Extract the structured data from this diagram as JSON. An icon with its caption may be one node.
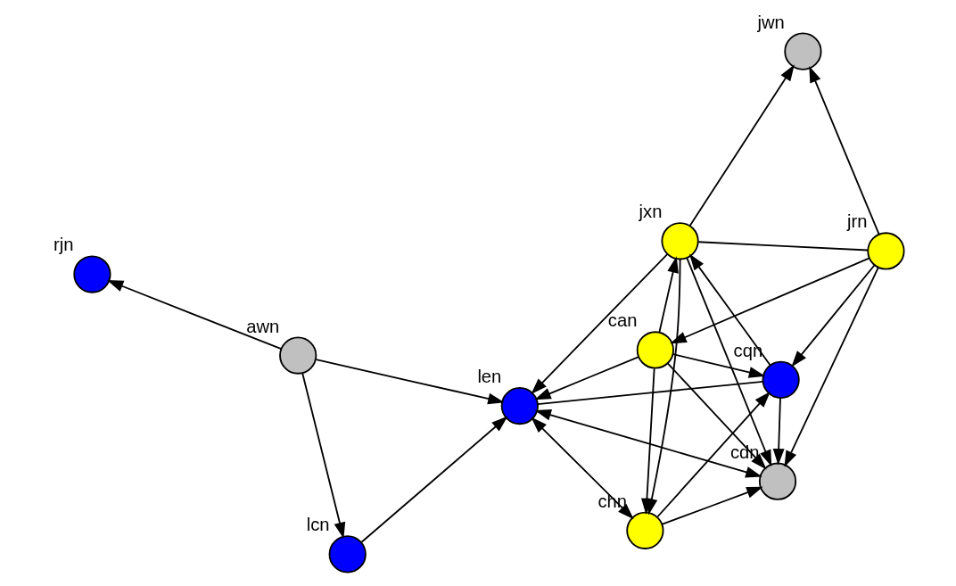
{
  "diagram": {
    "nodes": [
      {
        "text": [
          "rjn"
        ]
      },
      {
        "text": [
          "awn"
        ]
      },
      {
        "text": [
          "lcn"
        ]
      },
      {
        "text": [
          "len"
        ]
      },
      {
        "text": [
          "jwn"
        ]
      },
      {
        "text": [
          "jrn"
        ]
      },
      {
        "text": [
          "jxn"
        ]
      },
      {
        "text": [
          "cqn"
        ]
      },
      {
        "text": [
          "can"
        ]
      },
      {
        "text": [
          "chn"
        ]
      },
      {
        "text": [
          "cdn"
        ]
      }
    ],
    "edges": [
      {
        "from": 1,
        "to": 0,
        "arrow": "to"
      },
      {
        "from": 1,
        "to": 2,
        "arrow": "to"
      },
      {
        "from": 1,
        "to": 3,
        "arrow": "to"
      },
      {
        "from": 2,
        "to": 3,
        "arrow": "to"
      },
      {
        "from": 6,
        "to": 4,
        "arrow": "to"
      },
      {
        "from": 5,
        "to": 4,
        "arrow": "to"
      },
      {
        "from": 5,
        "to": 6,
        "arrow": "none"
      },
      {
        "from": 5,
        "to": 7,
        "arrow": "to"
      },
      {
        "from": 5,
        "to": 8,
        "arrow": "to"
      },
      {
        "from": 5,
        "to": 10,
        "arrow": "to"
      },
      {
        "from": 7,
        "to": 6,
        "arrow": "to"
      },
      {
        "from": 3,
        "to": 7,
        "arrow": "none"
      },
      {
        "from": 6,
        "to": 3,
        "arrow": "to"
      },
      {
        "from": 8,
        "to": 6,
        "arrow": "to"
      },
      {
        "from": 6,
        "to": 9,
        "arrow": "to"
      },
      {
        "from": 6,
        "to": 10,
        "arrow": "to"
      },
      {
        "from": 8,
        "to": 7,
        "arrow": "to"
      },
      {
        "from": 8,
        "to": 3,
        "arrow": "to"
      },
      {
        "from": 8,
        "to": 9,
        "arrow": "to"
      },
      {
        "from": 8,
        "to": 10,
        "arrow": "to"
      },
      {
        "from": 3,
        "to": 9,
        "arrow": "both"
      },
      {
        "from": 3,
        "to": 10,
        "arrow": "both"
      },
      {
        "from": 9,
        "to": 7,
        "arrow": "to"
      },
      {
        "from": 9,
        "to": 10,
        "arrow": "to"
      },
      {
        "from": 7,
        "to": 10,
        "arrow": "to"
      }
    ]
  }
}
